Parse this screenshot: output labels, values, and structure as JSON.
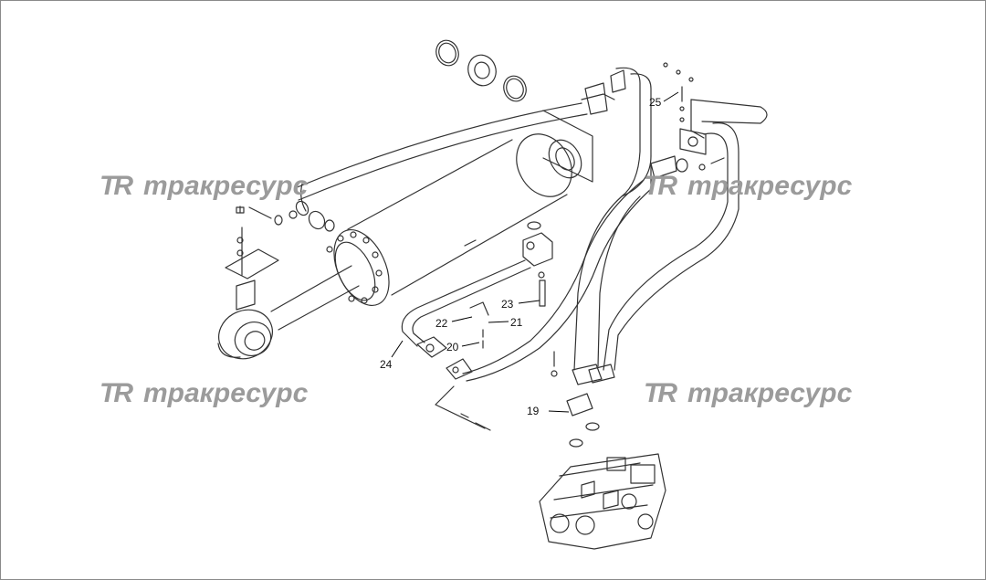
{
  "callouts": {
    "c19": "19",
    "c20": "20",
    "c21": "21",
    "c22": "22",
    "c23": "23",
    "c24": "24",
    "c25": "25"
  },
  "watermark": {
    "logo": "TR",
    "text": "тракресурс"
  },
  "colors": {
    "line": "#333333",
    "watermark": "#9b9b9b",
    "border": "#8a8a8a",
    "background": "#ffffff"
  }
}
